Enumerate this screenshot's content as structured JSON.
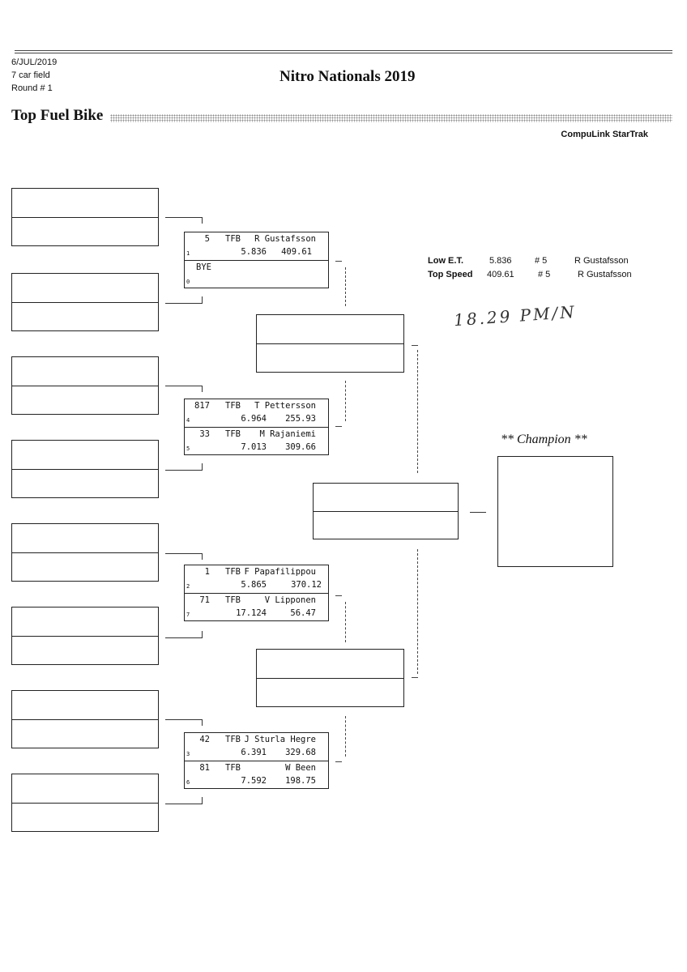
{
  "header": {
    "date": "6/JUL/2019",
    "field": "7 car field",
    "round": "Round # 1",
    "event_title": "Nitro Nationals 2019",
    "class_title": "Top Fuel Bike",
    "software": "CompuLink StarTrak"
  },
  "pairings": [
    {
      "top": {
        "number": "5",
        "class": "TFB",
        "driver": "R Gustafsson",
        "et": "5.836",
        "speed": "409.61",
        "lane": "1"
      },
      "bottom": {
        "number": "",
        "class": "",
        "driver": "BYE",
        "et": "",
        "speed": "",
        "lane": "0"
      }
    },
    {
      "top": {
        "number": "817",
        "class": "TFB",
        "driver": "T Pettersson",
        "et": "6.964",
        "speed": "255.93",
        "lane": "4"
      },
      "bottom": {
        "number": "33",
        "class": "TFB",
        "driver": "M Rajaniemi",
        "et": "7.013",
        "speed": "309.66",
        "lane": "5"
      }
    },
    {
      "top": {
        "number": "1",
        "class": "TFB",
        "driver": "F Papafilippou",
        "et": "5.865",
        "speed": "370.12",
        "lane": "2"
      },
      "bottom": {
        "number": "71",
        "class": "TFB",
        "driver": "V Lipponen",
        "et": "17.124",
        "speed": "56.47",
        "lane": "7"
      }
    },
    {
      "top": {
        "number": "42",
        "class": "TFB",
        "driver": "J Sturla Hegre",
        "et": "6.391",
        "speed": "329.68",
        "lane": "3"
      },
      "bottom": {
        "number": "81",
        "class": "TFB",
        "driver": "W Been",
        "et": "7.592",
        "speed": "198.75",
        "lane": "6"
      }
    }
  ],
  "stats": {
    "low_et": {
      "label": "Low  E.T.",
      "value": "5.836",
      "number": "# 5",
      "driver": "R Gustafsson"
    },
    "top_speed": {
      "label": "Top Speed",
      "value": "409.61",
      "number": "# 5",
      "driver": "R Gustafsson"
    }
  },
  "handwritten_note": "18.29 PM/N",
  "champion_label": "** Champion **"
}
